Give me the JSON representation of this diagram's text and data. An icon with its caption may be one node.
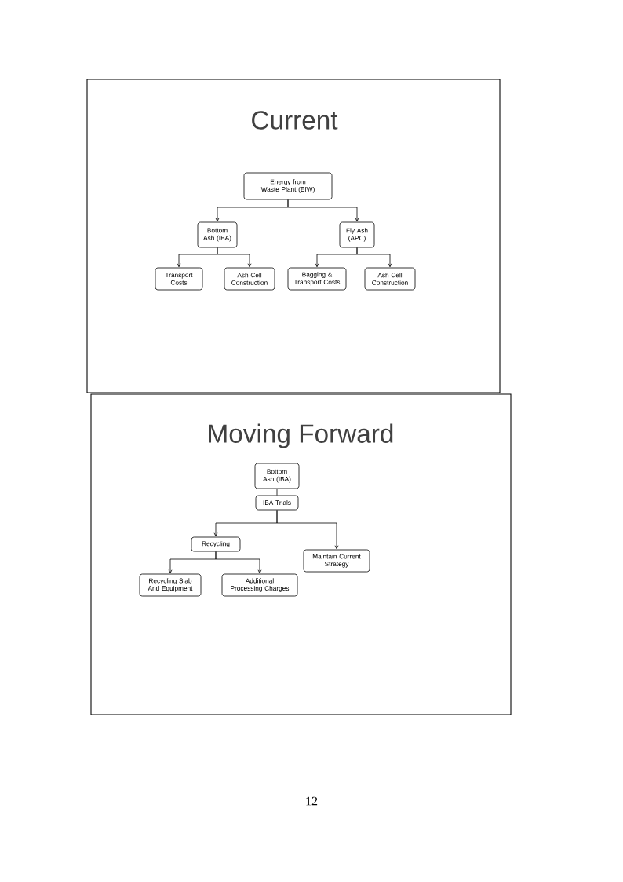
{
  "diagram": {
    "nodes": [
      {
        "text": [
          "Current"
        ]
      },
      {
        "text": [
          "Energy from Waste Plant (EfW)"
        ],
        "in": 0
      },
      {
        "text": [
          "Bottom Ash (IBA)"
        ],
        "in": 0
      },
      {
        "text": [
          "Fly Ash (APC)"
        ],
        "in": 0
      },
      {
        "text": [
          "Transport Costs"
        ],
        "in": 0
      },
      {
        "text": [
          "Ash Cell Construction"
        ],
        "in": 0
      },
      {
        "text": [
          "Bagging & Transport Costs"
        ],
        "in": 0
      },
      {
        "text": [
          "Ash Cell Construction"
        ],
        "in": 0
      },
      {
        "text": [
          "Moving Forward"
        ]
      },
      {
        "text": [
          "Bottom Ash (IBA)"
        ],
        "in": 8
      },
      {
        "text": [
          "IBA Trials"
        ],
        "in": 8
      },
      {
        "text": [
          "Recycling"
        ],
        "in": 8
      },
      {
        "text": [
          "Maintain Current Strategy"
        ],
        "in": 8
      },
      {
        "text": [
          "Recycling Slab And Equipment"
        ],
        "in": 8
      },
      {
        "text": [
          "Additional Processing Charges"
        ],
        "in": 8
      }
    ],
    "edges": [
      {
        "from": 1,
        "to": 2,
        "arrow": "to"
      },
      {
        "from": 1,
        "to": 3,
        "arrow": "to"
      },
      {
        "from": 2,
        "to": 4,
        "arrow": "to"
      },
      {
        "from": 2,
        "to": 5,
        "arrow": "to"
      },
      {
        "from": 3,
        "to": 6,
        "arrow": "to"
      },
      {
        "from": 3,
        "to": 7,
        "arrow": "to"
      },
      {
        "from": 9,
        "to": 10,
        "arrow": "none"
      },
      {
        "from": 10,
        "to": 11,
        "arrow": "to"
      },
      {
        "from": 10,
        "to": 12,
        "arrow": "to"
      },
      {
        "from": 11,
        "to": 13,
        "arrow": "to"
      },
      {
        "from": 11,
        "to": 14,
        "arrow": "to"
      }
    ],
    "labels": [
      "12"
    ]
  }
}
